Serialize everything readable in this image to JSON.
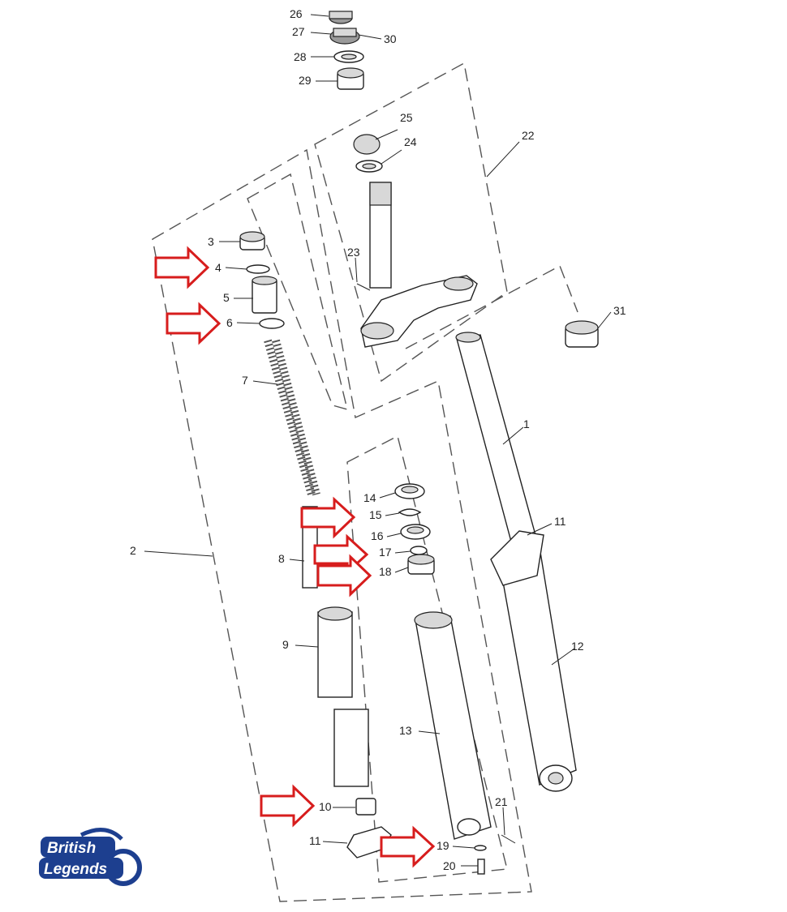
{
  "labels": {
    "p1": "1",
    "p2": "2",
    "p3": "3",
    "p4": "4",
    "p5": "5",
    "p6": "6",
    "p7": "7",
    "p8": "8",
    "p9": "9",
    "p10": "10",
    "p11a": "11",
    "p11b": "11",
    "p12": "12",
    "p13": "13",
    "p14": "14",
    "p15": "15",
    "p16": "16",
    "p17": "17",
    "p18": "18",
    "p19": "19",
    "p20": "20",
    "p21": "21",
    "p22": "22",
    "p23": "23",
    "p24": "24",
    "p25": "25",
    "p26": "26",
    "p27": "27",
    "p28": "28",
    "p29": "29",
    "p30": "30",
    "p31": "31"
  },
  "logo": {
    "line1": "British",
    "line2": "Legends"
  },
  "colors": {
    "arrow": "#d71d1d",
    "logo_blue": "#1d3f8f"
  }
}
